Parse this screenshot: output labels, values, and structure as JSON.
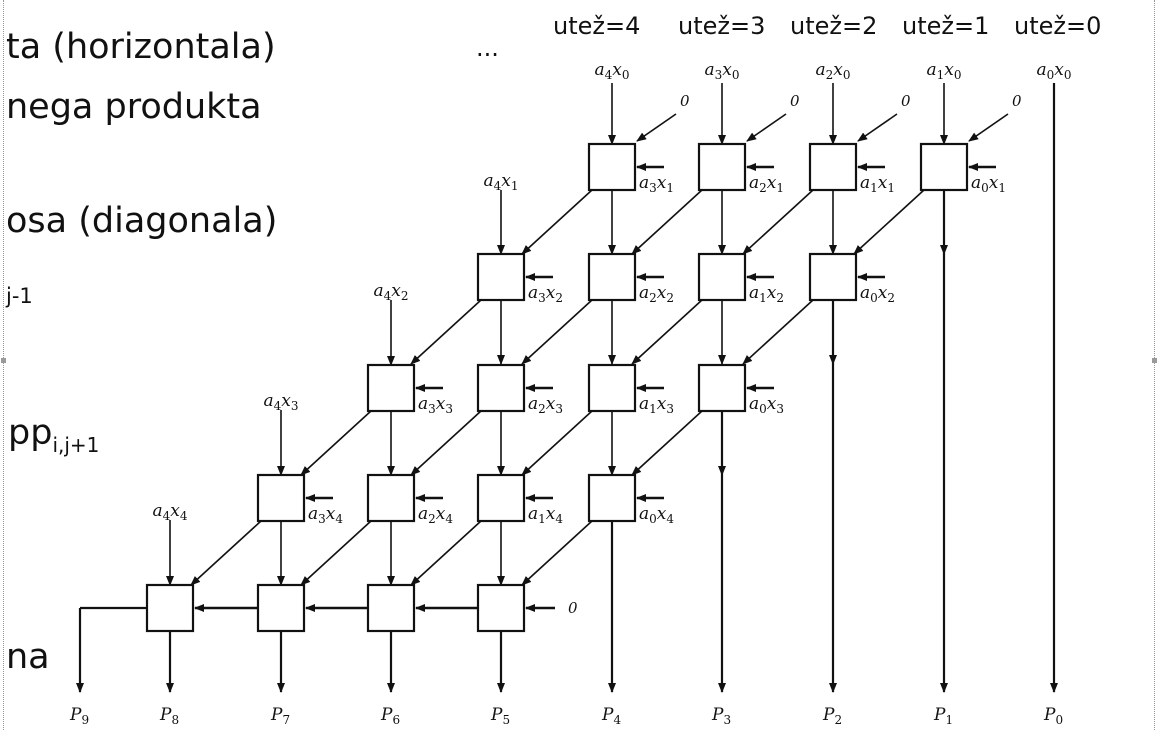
{
  "slide_fragments": [
    "ta (horizontala)",
    "nega produkta",
    "osa (diagonala)",
    "j-1",
    "na"
  ],
  "pp_label": {
    "base": "pp",
    "sub": "i,j+1"
  },
  "ellipsis": "...",
  "weights": [
    "utež=4",
    "utež=3",
    "utež=2",
    "utež=1",
    "utež=0"
  ],
  "zero_label": "0",
  "top_inputs": [
    {
      "a": "4",
      "x": "0"
    },
    {
      "a": "3",
      "x": "0"
    },
    {
      "a": "2",
      "x": "0"
    },
    {
      "a": "1",
      "x": "0"
    },
    {
      "a": "0",
      "x": "0"
    }
  ],
  "rows": [
    {
      "left": {
        "a": "4",
        "x": "1"
      },
      "cells": [
        {
          "a": "3",
          "x": "1"
        },
        {
          "a": "2",
          "x": "1"
        },
        {
          "a": "1",
          "x": "1"
        },
        {
          "a": "0",
          "x": "1"
        }
      ]
    },
    {
      "left": {
        "a": "4",
        "x": "2"
      },
      "cells": [
        {
          "a": "3",
          "x": "2"
        },
        {
          "a": "2",
          "x": "2"
        },
        {
          "a": "1",
          "x": "2"
        },
        {
          "a": "0",
          "x": "2"
        }
      ]
    },
    {
      "left": {
        "a": "4",
        "x": "3"
      },
      "cells": [
        {
          "a": "3",
          "x": "3"
        },
        {
          "a": "2",
          "x": "3"
        },
        {
          "a": "1",
          "x": "3"
        },
        {
          "a": "0",
          "x": "3"
        }
      ]
    },
    {
      "left": {
        "a": "4",
        "x": "4"
      },
      "cells": [
        {
          "a": "3",
          "x": "4"
        },
        {
          "a": "2",
          "x": "4"
        },
        {
          "a": "1",
          "x": "4"
        },
        {
          "a": "0",
          "x": "4"
        }
      ]
    }
  ],
  "outputs": [
    {
      "base": "P",
      "sub": "9"
    },
    {
      "base": "P",
      "sub": "8"
    },
    {
      "base": "P",
      "sub": "7"
    },
    {
      "base": "P",
      "sub": "6"
    },
    {
      "base": "P",
      "sub": "5"
    },
    {
      "base": "P",
      "sub": "4"
    },
    {
      "base": "P",
      "sub": "3"
    },
    {
      "base": "P",
      "sub": "2"
    },
    {
      "base": "P",
      "sub": "1"
    },
    {
      "base": "P",
      "sub": "0"
    }
  ]
}
